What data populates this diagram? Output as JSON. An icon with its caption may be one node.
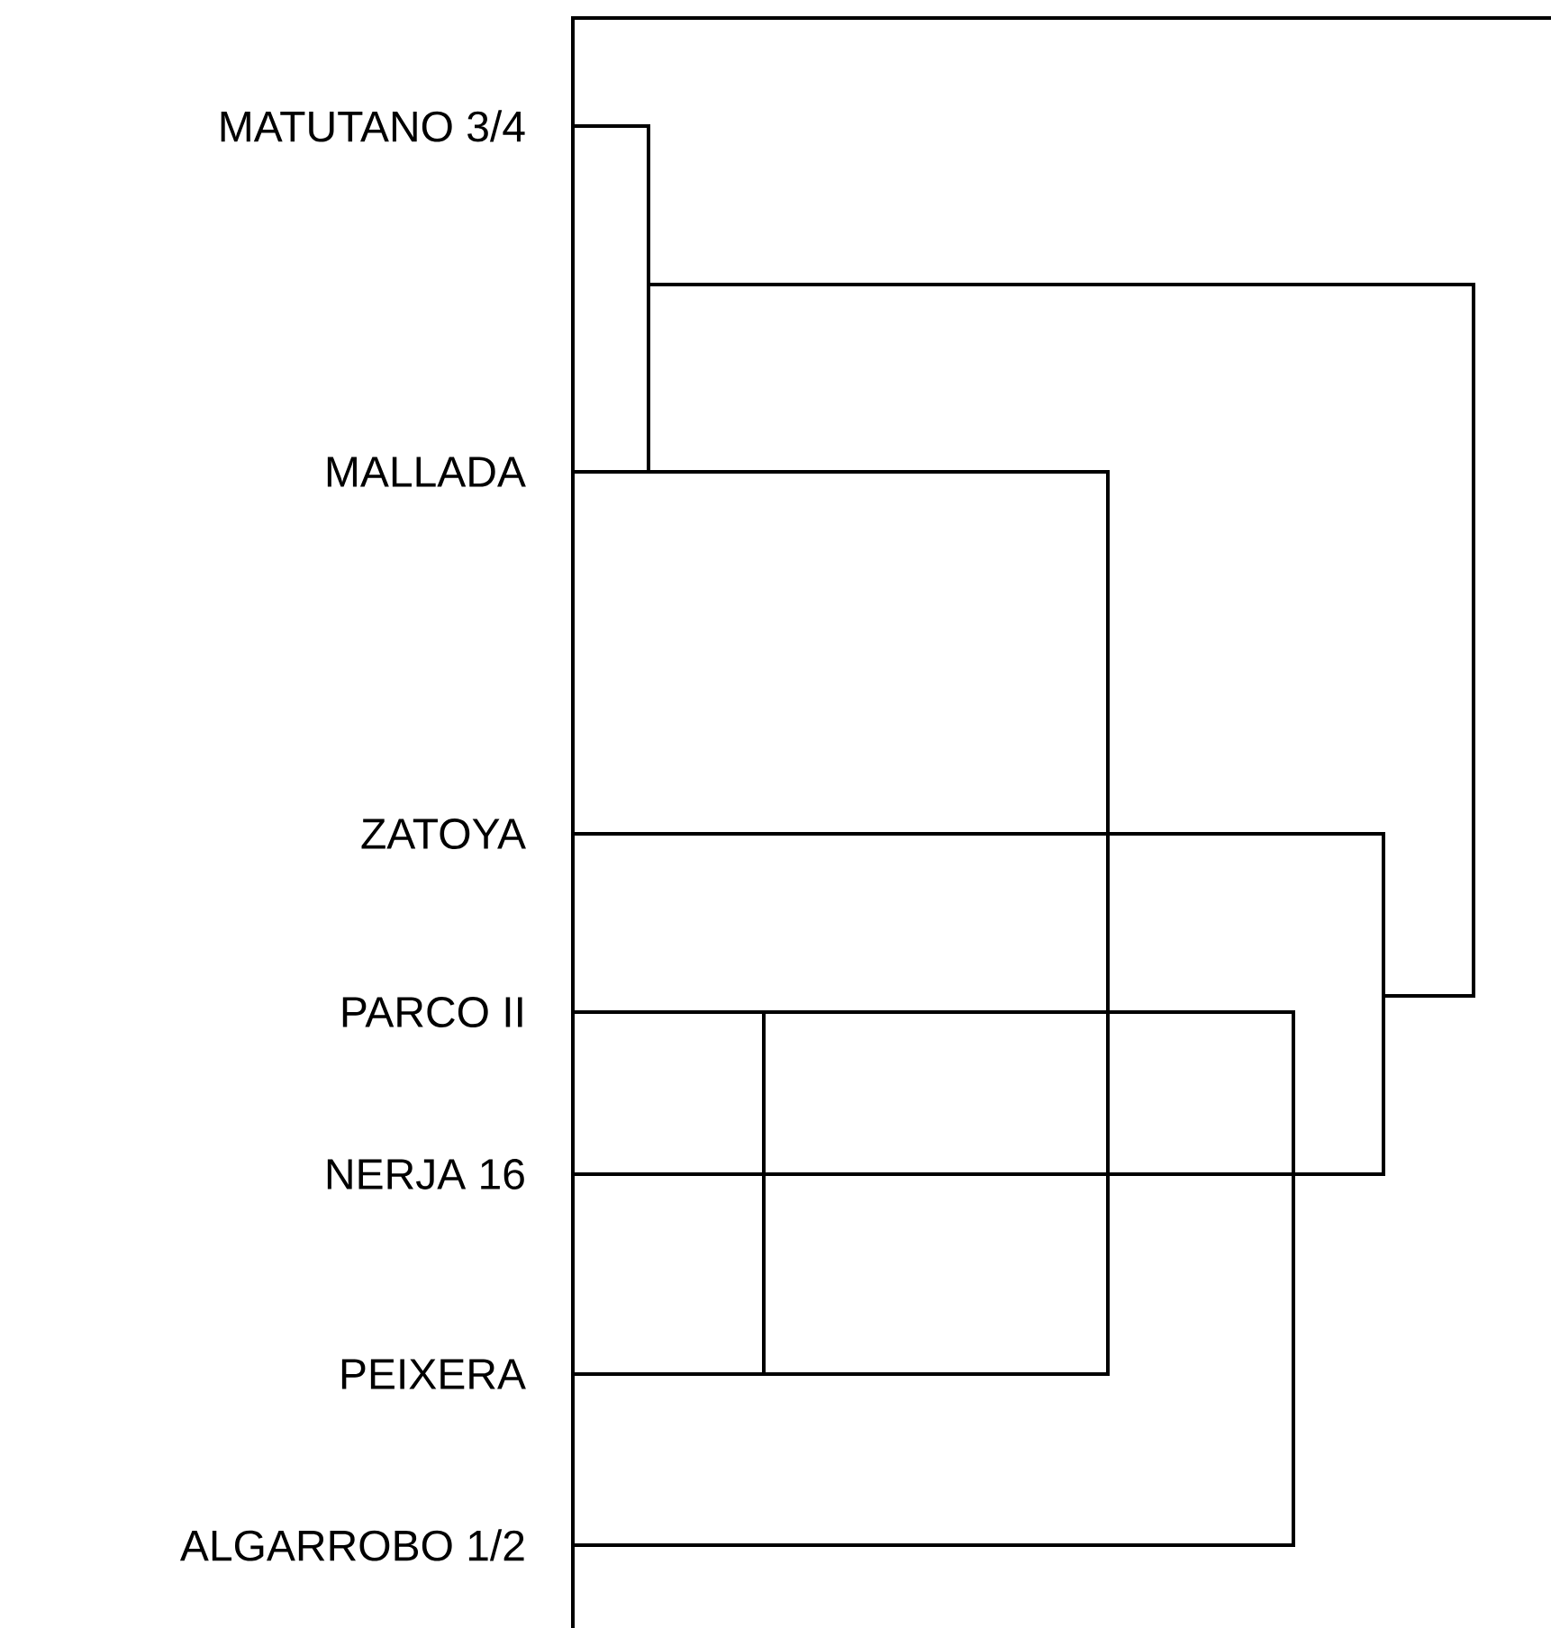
{
  "diagram": {
    "nodes": [
      {
        "text": [
          "MATUTANO 3/4"
        ]
      },
      {
        "text": [
          "MALLADA"
        ]
      },
      {
        "text": [
          "ZATOYA"
        ]
      },
      {
        "text": [
          "PARCO II"
        ]
      },
      {
        "text": [
          "NERJA 16"
        ]
      },
      {
        "text": [
          "PEIXERA"
        ]
      },
      {
        "text": [
          "ALGARROBO 1/2"
        ]
      }
    ],
    "edges": [
      {
        "from": 0,
        "to": 1,
        "arrow": "none"
      },
      {
        "from": 1,
        "to": 5,
        "arrow": "none"
      },
      {
        "from": 2,
        "to": 4,
        "arrow": "none"
      },
      {
        "from": 3,
        "to": 6,
        "arrow": "none"
      },
      {
        "from": 3,
        "to": 5,
        "arrow": "none"
      },
      {
        "from": 0,
        "to": 2,
        "arrow": "none"
      }
    ]
  }
}
